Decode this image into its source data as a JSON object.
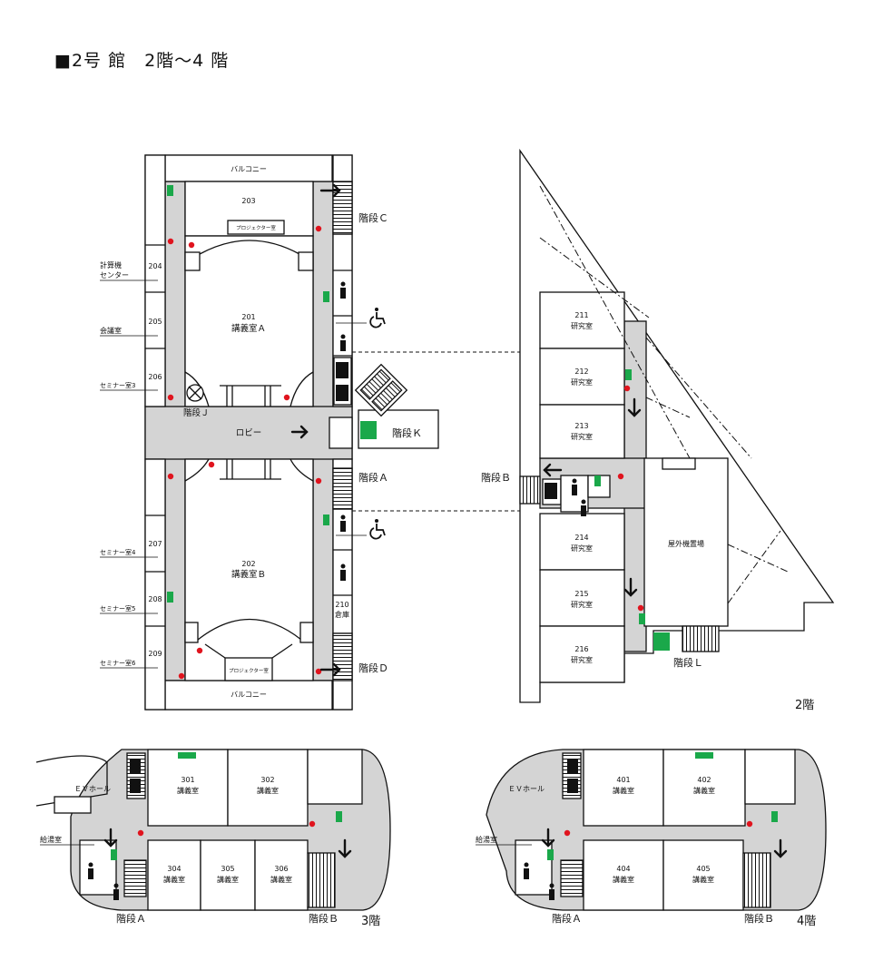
{
  "title": "■2号 館　2階～4 階",
  "floor2": {
    "label": "2階",
    "balcony_top": "バルコニー",
    "balcony_bottom": "バルコニー",
    "projector_top": "プロジェクター室",
    "projector_bottom": "プロジェクター室",
    "lobby": "ロビー",
    "rooms": {
      "r203": "203",
      "r204": "204",
      "r205": "205",
      "r206": "206",
      "r207": "207",
      "r208": "208",
      "r209": "209",
      "r210_num": "210",
      "r210_name": "倉庫",
      "r201_num": "201",
      "r201_name": "講義室Ａ",
      "r202_num": "202",
      "r202_name": "講義室Ｂ",
      "r211_num": "211",
      "r211_name": "研究室",
      "r212_num": "212",
      "r212_name": "研究室",
      "r213_num": "213",
      "r213_name": "研究室",
      "r214_num": "214",
      "r214_name": "研究室",
      "r215_num": "215",
      "r215_name": "研究室",
      "r216_num": "216",
      "r216_name": "研究室",
      "outdoor": "屋外機置場"
    },
    "side_labels": {
      "computer1": "計算機",
      "computer2": "センター",
      "meeting": "会議室",
      "seminar3": "セミナー室3",
      "seminar4": "セミナー室4",
      "seminar5": "セミナー室5",
      "seminar6": "セミナー室6"
    },
    "stairs": {
      "A": "階段Ａ",
      "B": "階段Ｂ",
      "C": "階段Ｃ",
      "D": "階段Ｄ",
      "J": "階段Ｊ",
      "K": "階段Ｋ",
      "L": "階段Ｌ"
    }
  },
  "floor3": {
    "label": "3階",
    "ev_hall": "ＥＶホール",
    "kitchen": "給湯室",
    "rooms": {
      "r301_num": "301",
      "r301_name": "講義室",
      "r302_num": "302",
      "r302_name": "講義室",
      "r304_num": "304",
      "r304_name": "講義室",
      "r305_num": "305",
      "r305_name": "講義室",
      "r306_num": "306",
      "r306_name": "講義室"
    },
    "stair_A": "階段Ａ",
    "stair_B": "階段Ｂ"
  },
  "floor4": {
    "label": "4階",
    "ev_hall": "ＥＶホール",
    "kitchen": "給湯室",
    "rooms": {
      "r401_num": "401",
      "r401_name": "講義室",
      "r402_num": "402",
      "r402_name": "講義室",
      "r404_num": "404",
      "r404_name": "講義室",
      "r405_num": "405",
      "r405_name": "講義室"
    },
    "stair_A": "階段Ａ",
    "stair_B": "階段Ｂ"
  },
  "colors": {
    "corridor": "#d4d4d4",
    "wall": "#111111",
    "exit_green": "#1aa84a",
    "red_dot": "#e0141e"
  }
}
